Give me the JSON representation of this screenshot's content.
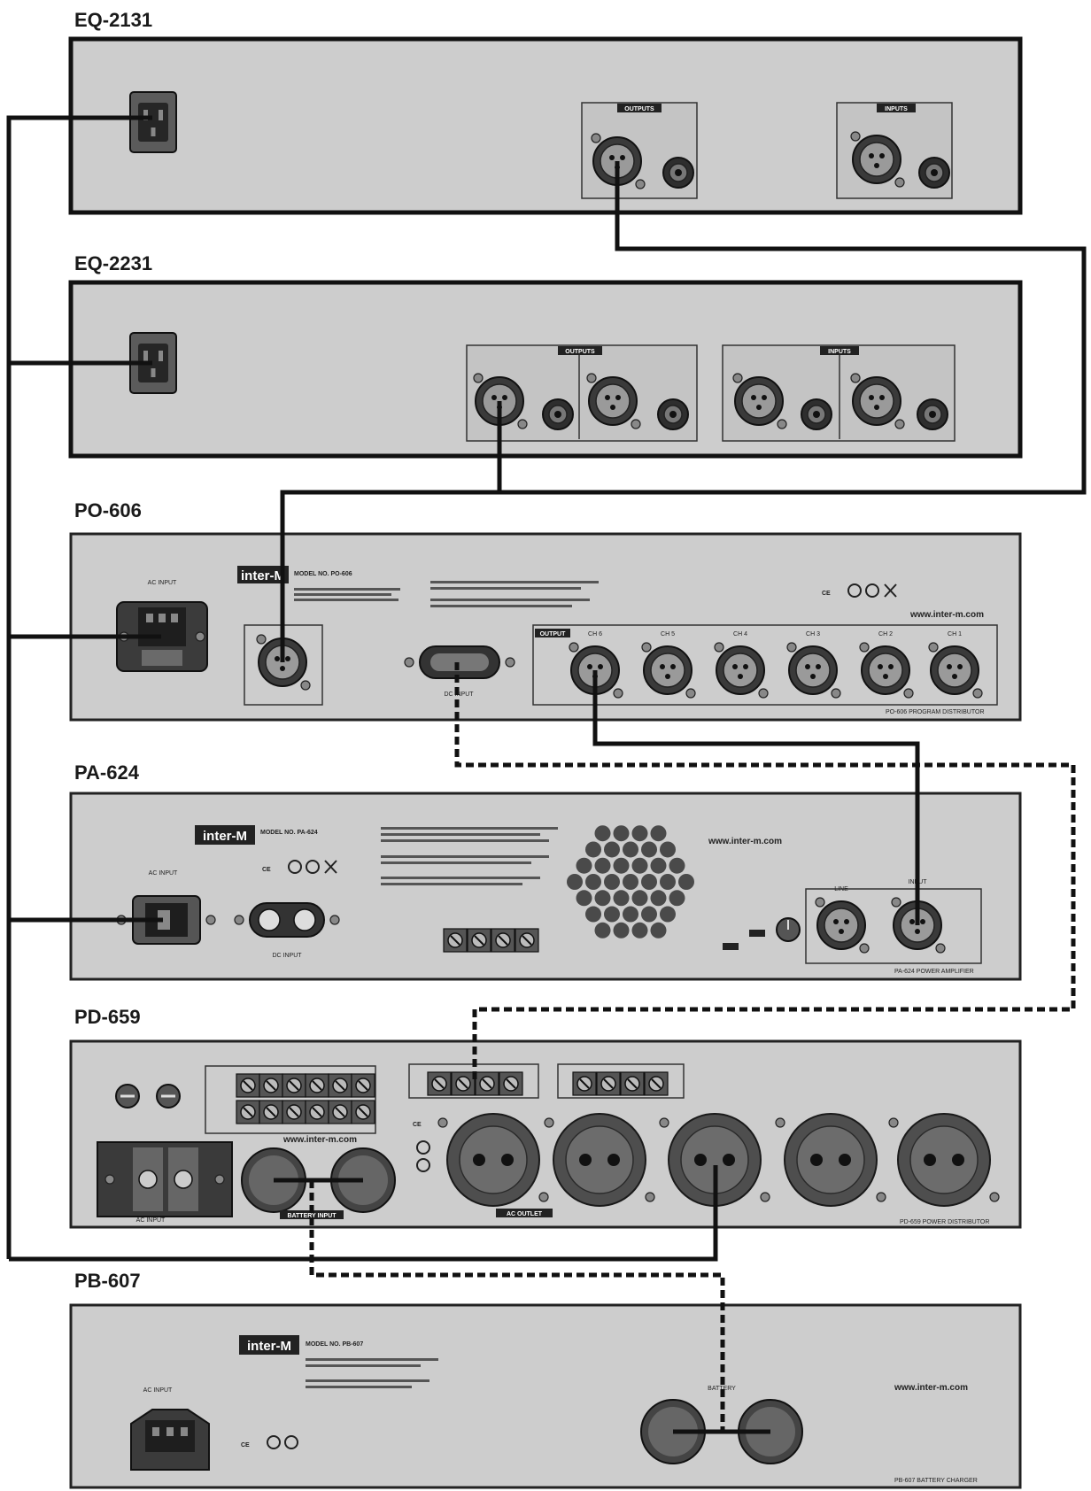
{
  "units": [
    {
      "id": "eq2131",
      "label": "EQ-2131"
    },
    {
      "id": "eq2231",
      "label": "EQ-2231"
    },
    {
      "id": "po606",
      "label": "PO-606"
    },
    {
      "id": "pa624",
      "label": "PA-624"
    },
    {
      "id": "pd659",
      "label": "PD-659"
    },
    {
      "id": "pb607",
      "label": "PB-607"
    }
  ],
  "brand": "inter-M",
  "website": "www.inter-m.com",
  "eq2131": {
    "outputs": "OUTPUTS",
    "inputs": "INPUTS"
  },
  "eq2231": {
    "outputs": "OUTPUTS",
    "inputs": "INPUTS"
  },
  "po606": {
    "model": "MODEL NO. PO-606",
    "ac_input": "AC INPUT",
    "output": "OUTPUT",
    "channels": [
      "CH 6",
      "CH 5",
      "CH 4",
      "CH 3",
      "CH 2",
      "CH 1"
    ],
    "dc_input": "DC INPUT",
    "footer": "PO-606 PROGRAM DISTRIBUTOR"
  },
  "pa624": {
    "model": "MODEL NO. PA-624",
    "ac_input": "AC INPUT",
    "dc_input": "DC INPUT",
    "line": "LINE",
    "input": "INPUT",
    "footer": "PA-624 POWER AMPLIFIER"
  },
  "pd659": {
    "ac_input": "AC INPUT",
    "battery_input": "BATTERY INPUT",
    "ac_outlet": "AC OUTLET",
    "footer": "PD-659 POWER DISTRIBUTOR"
  },
  "pb607": {
    "model": "MODEL NO. PB-607",
    "ac_input": "AC INPUT",
    "battery": "BATTERY",
    "footer": "PB-607 BATTERY CHARGER"
  }
}
